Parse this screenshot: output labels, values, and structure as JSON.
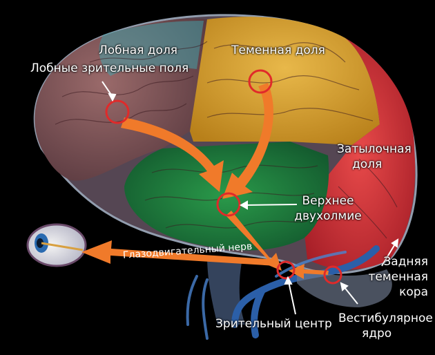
{
  "labels": {
    "frontal_lobe": "Лобная доля",
    "frontal_eye_fields": "Лобные зрительные поля",
    "parietal_lobe": "Теменная доля",
    "occipital_lobe_line1": "Затылочная",
    "occipital_lobe_line2": "доля",
    "superior_colliculus_line1": "Верхнее",
    "superior_colliculus_line2": "двухолмие",
    "oculomotor_nerve": "Глазодвигательный нерв",
    "posterior_parietal_line1": "Задняя",
    "posterior_parietal_line2": "теменная",
    "posterior_parietal_line3": "кора",
    "visual_center": "Зрительный центр",
    "vestibular_nucleus_line1": "Вестибулярное",
    "vestibular_nucleus_line2": "ядро"
  },
  "colors": {
    "frontal_region": "#8a5a5c",
    "frontal_cyan_tint": "#3fa7b0",
    "parietal_region": "#d9a22a",
    "occipital_region": "#d8343c",
    "midbrain_region": "#1f7a3a",
    "arrow": "#f07a2a",
    "marker_ring": "#e02a2a",
    "vessel": "#2b5fa8"
  }
}
